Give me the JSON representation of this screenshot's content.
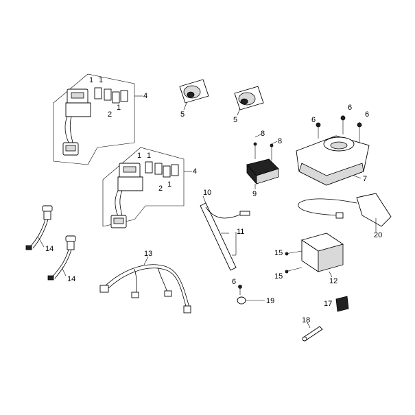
{
  "diagram": {
    "callouts": {
      "n1": "1",
      "n2": "2",
      "n4": "4",
      "n5": "5",
      "n6": "6",
      "n7": "7",
      "n8": "8",
      "n9": "9",
      "n10": "10",
      "n11": "11",
      "n12": "12",
      "n13": "13",
      "n14": "14",
      "n15": "15",
      "n17": "17",
      "n18": "18",
      "n19": "19",
      "n20": "20"
    }
  }
}
